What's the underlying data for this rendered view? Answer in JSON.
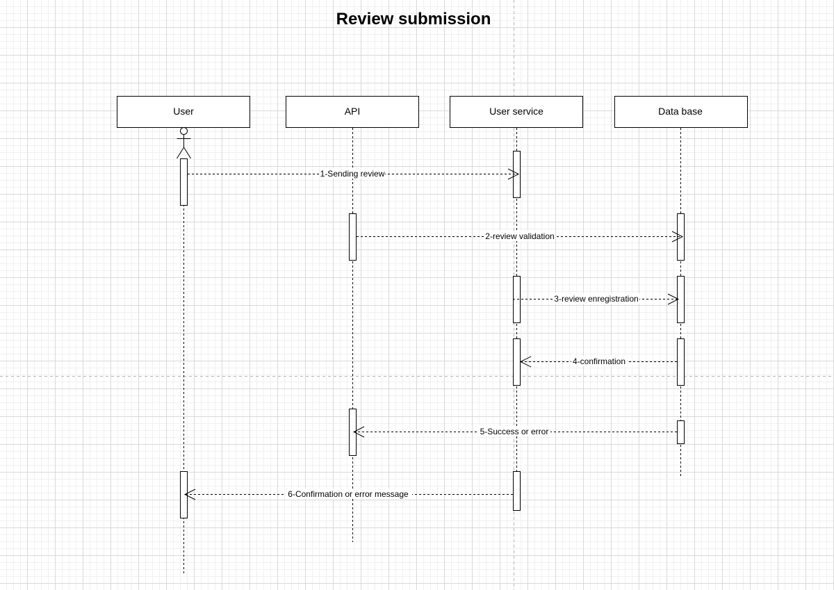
{
  "diagram": {
    "title": "Review submission",
    "participants": [
      {
        "id": "user",
        "label": "User",
        "actor": true
      },
      {
        "id": "api",
        "label": "API",
        "actor": false
      },
      {
        "id": "user_service",
        "label": "User service",
        "actor": false
      },
      {
        "id": "database",
        "label": "Data base",
        "actor": false
      }
    ],
    "messages": [
      {
        "label": "1-Sending review",
        "from": "user",
        "to": "user_service"
      },
      {
        "label": "2-review validation",
        "from": "api",
        "to": "database"
      },
      {
        "label": "3-review enregistration",
        "from": "user_service",
        "to": "database"
      },
      {
        "label": "4-confirmation",
        "from": "database",
        "to": "user_service"
      },
      {
        "label": "5-Success or error",
        "from": "database",
        "to": "api"
      },
      {
        "label": "6-Confirmation or error message",
        "from": "user_service",
        "to": "user"
      }
    ]
  }
}
